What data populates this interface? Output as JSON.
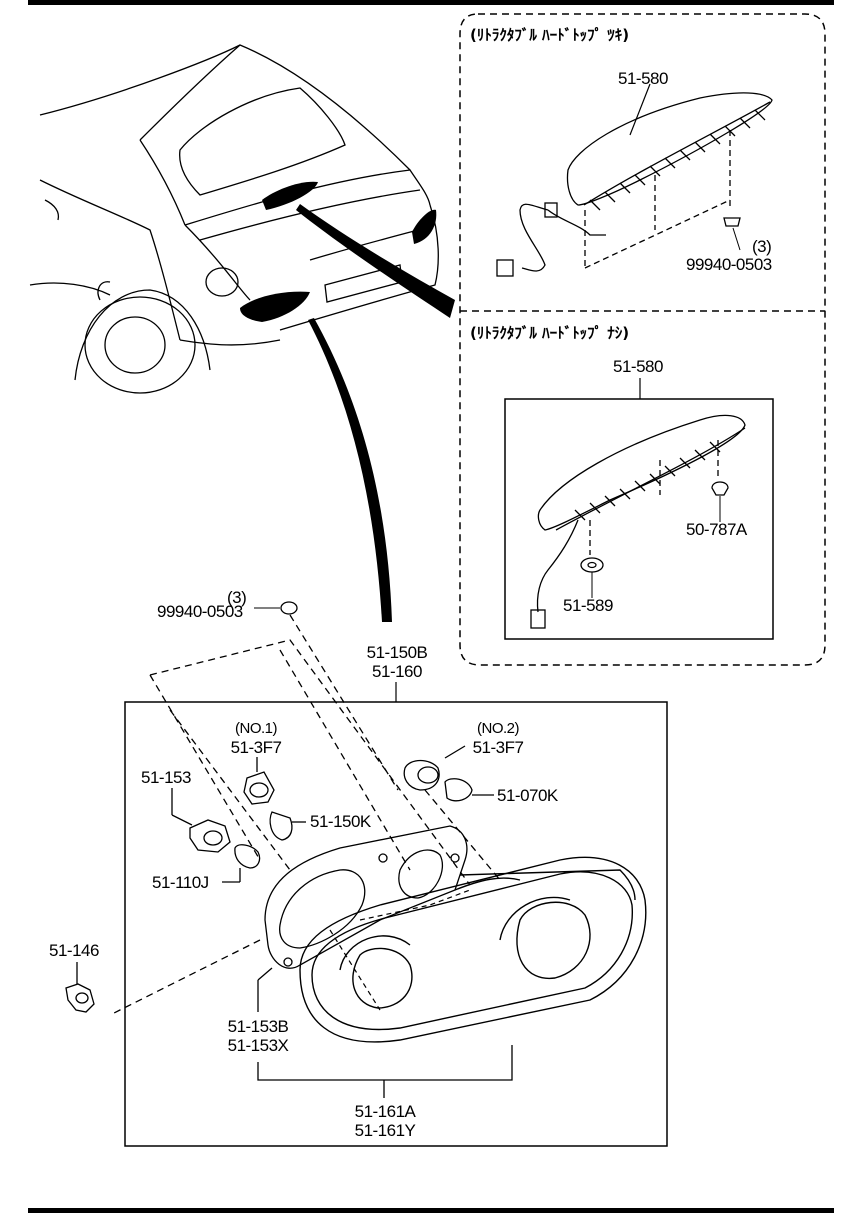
{
  "insets": {
    "with_hardtop": {
      "header": "(ﾘﾄﾗｸﾀﾌﾞﾙ ﾊｰﾄﾞﾄｯﾌﾟ ﾂｷ)",
      "part_lamp": "51-580",
      "qty": "(3)",
      "part_nut": "99940-0503"
    },
    "without_hardtop": {
      "header": "(ﾘﾄﾗｸﾀﾌﾞﾙ ﾊｰﾄﾞﾄｯﾌﾟ ﾅｼ)",
      "part_lamp": "51-580",
      "part_clip": "50-787A",
      "part_grommet": "51-589"
    }
  },
  "main": {
    "nut_qty": "(3)",
    "nut_part": "99940-0503",
    "assembly_a": "51-150B",
    "assembly_b": "51-160",
    "socket1_note": "(NO.1)",
    "socket1_part": "51-3F7",
    "socket2_note": "(NO.2)",
    "socket2_part": "51-3F7",
    "bulb_070": "51-070K",
    "socket_153": "51-153",
    "bulb_150": "51-150K",
    "bulb_110": "51-110J",
    "screw": "51-146",
    "gasket_a": "51-153B",
    "gasket_b": "51-153X",
    "lens_a": "51-161A",
    "lens_b": "51-161Y"
  }
}
